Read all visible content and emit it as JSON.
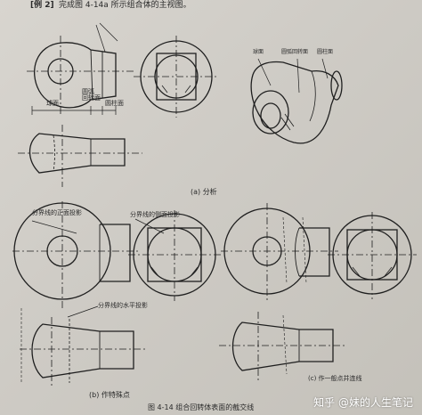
{
  "header": {
    "example_tag": "[例 2]",
    "instruction": "完成图 4-14a 所示组合体的主视图。"
  },
  "panel_a": {
    "labels": {
      "sphere": "球面",
      "arc_rev": "圆弧\n回转面",
      "cylinder": "圆柱面",
      "sphere_3d": "球面",
      "arc_rev_3d": "圆弧回转面",
      "cylinder_3d": "圆柱面"
    },
    "caption": "(a) 分析"
  },
  "panel_b": {
    "labels": {
      "front_projection": "分界线的正面投影",
      "side_projection": "分界线的侧面投影",
      "horizontal_projection": "分界线的水平投影"
    },
    "caption": "(b) 作特殊点"
  },
  "panel_c": {
    "caption": "(c) 作一般点并连线"
  },
  "figure_caption": "图 4-14   组合回转体表面的截交线",
  "watermark": "知乎 @妹的人生笔记"
}
